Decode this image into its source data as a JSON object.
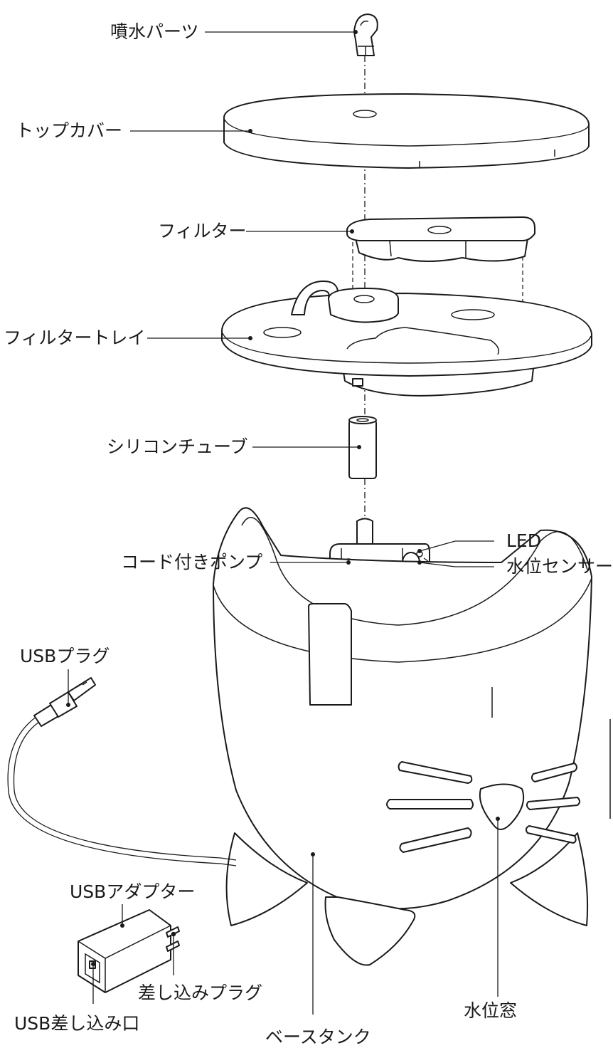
{
  "labels": {
    "fountain_nozzle": "噴水パーツ",
    "top_cover": "トップカバー",
    "filter": "フィルター",
    "filter_tray": "フィルタートレイ",
    "silicone_tube": "シリコンチューブ",
    "corded_pump": "コード付きポンプ",
    "led": "LED",
    "water_level_sensor": "水位センサー",
    "usb_plug": "USBプラグ",
    "usb_adapter": "USBアダプター",
    "outlet_plug": "差し込みプラグ",
    "usb_port": "USB差し込み口",
    "base_tank": "ベースタンク",
    "water_level_window": "水位窓"
  },
  "colors": {
    "line": "#1a1a1a",
    "background": "#ffffff"
  }
}
